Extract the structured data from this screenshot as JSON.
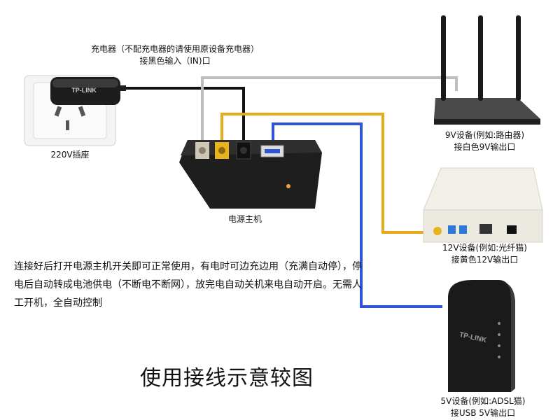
{
  "labels": {
    "charger_line1": "充电器（不配充电器的请使用原设备充电器）",
    "charger_line2": "接黑色输入（IN)口",
    "socket": "220V插座",
    "main_unit": "电源主机",
    "router_line1": "9V设备(例如:路由器)",
    "router_line2": "接白色9V输出口",
    "ont_line1": "12V设备(例如:光纤猫)",
    "ont_line2": "接黄色12V输出口",
    "adsl_line1": "5V设备(例如:ADSL猫)",
    "adsl_line2": "接USB 5V输出口"
  },
  "brand": "TP-LINK",
  "description": "连接好后打开电源主机开关即可正常使用，有电时可边充边用（充满自动停），停电后自动转成电池供电（不断电不断网），放完电自动关机来电自动开启。无需人工开机，全自动控制",
  "title": "使用接线示意较图",
  "colors": {
    "black_cable": "#111111",
    "white_cable": "#bdbdbd",
    "yellow_cable": "#e8a817",
    "blue_cable": "#2f55d4"
  }
}
